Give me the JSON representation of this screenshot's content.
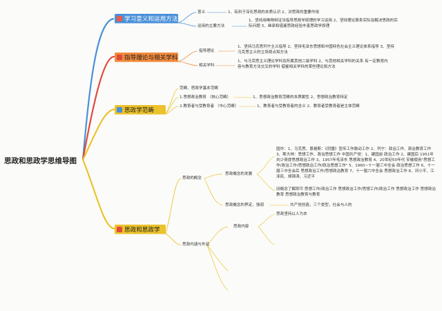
{
  "title": "思政和思政学思维导图",
  "colors": {
    "blue": "#4a90d9",
    "red": "#e04a3a",
    "orange": "#f0a030",
    "yellow": "#ecc22c",
    "purple": "#7b6bd1"
  },
  "branches": [
    {
      "label": "学习意义和运用方法",
      "color": "#4a90d9",
      "icon": "cross-tools-icon"
    },
    {
      "label": "指导理论与相关学科",
      "color": "#f28a3c",
      "icon": "flag-icon"
    },
    {
      "label": "思政学范畴",
      "color": "#ecc22c",
      "icon": "grid-icon"
    },
    {
      "label": "思政和思政学",
      "color": "#ecc22c",
      "icon": "home-icon"
    }
  ],
  "b1": {
    "yiyi": "意义",
    "yiyi_text": "1、有利于深化思政的本质认识 2、对思政的重要作用",
    "fangfa": "运用的主要方法",
    "fangfa_text": "1、坚持用唯物辩证法指导思政学原理的学习运用 2、坚持理论联系实际及解决思政的实际问题 3、继承和借鉴思政经验丰富思政学原理"
  },
  "b2": {
    "zhidao": "指导理论",
    "zhidao_text": "1、坚持马克思列宁主义指导 2、坚持毛泽东思想和中国特色社会主义理论体系指导 3、坚持马克思主义的立场观点和方法",
    "xiangguan": "相关学科",
    "xiangguan_text": "1、与马克思主义理论学科及所属其他二级学科 2、与其他相关学科的关系 有一定教育内容与教育方法交叉的学科 借鉴相关学科的某些理论和方法"
  },
  "b3": {
    "head": "范畴、思政学基本范畴",
    "r1": "1.思想政治教育 （核心范畴）",
    "r1_text": "1、思想政治教育范畴的本质属性 2、思想政治教育特定",
    "r2": "2.教育者与受教育者 （中心范畴）",
    "r2_text": "1、教育者与受教育者的含义 2、教育者受教育者是主体范畴"
  },
  "b4": {
    "gainian": "思政的概念",
    "fazhan": "思政概念的发展",
    "fazhan_text1": "国外：1、马克思、恩格斯：《同盟》宣传工作鼓动工作 2、列宁：政治工作、政治教育工作 3、斯大林：思想工作、政治思想工作 中国共产党：1、建国前 政治工作 2、建国后 1951年刘少奇提思想政治工作 3、1957年毛泽东 思想政治教育 4、20世纪50年代 安徽使用\"思想工作/政治工作/思想政治工作/政治思想工作\" 5、1960~十一届三中全会 政治思想工作 6、十一届三中全会后 思想政治工作/思想政治教育 7、十一届六中全会 思想政治工作 8、邓小平、江泽民、胡锦涛、习近平",
    "fazhan_text2": "旧概念了解即可 思想工作/政治工作 思想政治工作/思想工作/政治工作 思想政治工作 思想政治教育 思想政治教育与教育",
    "jieding": "思政概念的界定，强调",
    "jieding_text": "共产党创造，三个类型，社会与人的",
    "neihan": "思政内涵与外延",
    "neirong": "思政内容",
    "neirong_text": "思政坚持以人为本"
  }
}
